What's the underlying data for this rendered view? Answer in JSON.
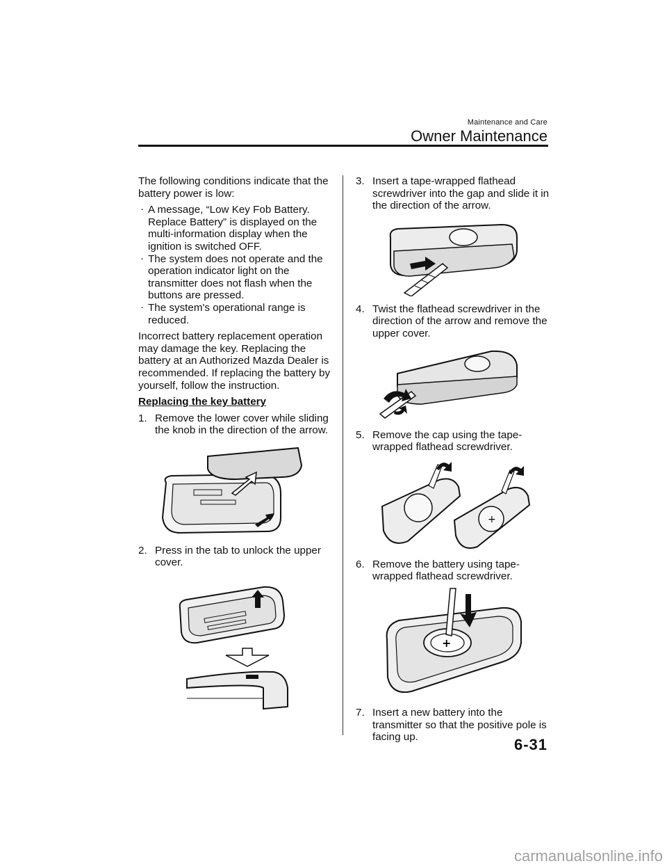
{
  "header": {
    "section": "Maintenance and Care",
    "chapter": "Owner Maintenance"
  },
  "left": {
    "intro": "The following conditions indicate that the battery power is low:",
    "bullets": [
      "A message, “Low Key Fob Battery. Replace Battery” is displayed on the multi-information display when the ignition is switched OFF.",
      "The system does not operate and the operation indicator light on the transmitter does not flash when the buttons are pressed.",
      "The system's operational range is reduced."
    ],
    "warning": "Incorrect battery replacement operation may damage the key. Replacing the battery at an Authorized Mazda Dealer is recommended. If replacing the battery by yourself, follow the instruction.",
    "section_title": "Replacing the key battery",
    "steps": [
      {
        "num": "1.",
        "text": "Remove the lower cover while sliding the knob in the direction of the arrow."
      },
      {
        "num": "2.",
        "text": "Press in the tab to unlock the upper cover."
      }
    ]
  },
  "right": {
    "steps": [
      {
        "num": "3.",
        "text": "Insert a tape-wrapped flathead screwdriver into the gap and slide it in the direction of the arrow."
      },
      {
        "num": "4.",
        "text": "Twist the flathead screwdriver in the direction of the arrow and remove the upper cover."
      },
      {
        "num": "5.",
        "text": "Remove the cap using the tape-wrapped flathead screwdriver."
      },
      {
        "num": "6.",
        "text": "Remove the battery using tape-wrapped flathead screwdriver."
      },
      {
        "num": "7.",
        "text": "Insert a new battery into the transmitter so that the positive pole is facing up."
      }
    ]
  },
  "footer": {
    "page_number": "6-31",
    "watermark": "carmanualsonline.info"
  }
}
